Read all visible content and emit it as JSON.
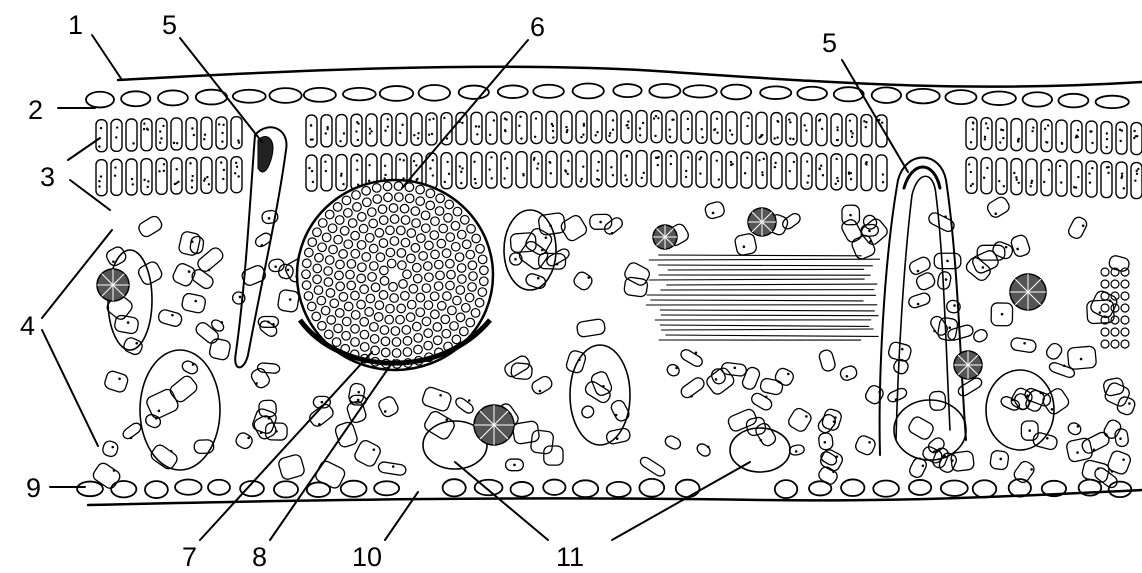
{
  "figure": {
    "labels": [
      {
        "id": "l1",
        "text": "1"
      },
      {
        "id": "l2",
        "text": "2"
      },
      {
        "id": "l3",
        "text": "3"
      },
      {
        "id": "l4",
        "text": "4"
      },
      {
        "id": "l5a",
        "text": "5"
      },
      {
        "id": "l5b",
        "text": "5"
      },
      {
        "id": "l6",
        "text": "6"
      },
      {
        "id": "l7",
        "text": "7"
      },
      {
        "id": "l8",
        "text": "8"
      },
      {
        "id": "l9",
        "text": "9"
      },
      {
        "id": "l10",
        "text": "10"
      },
      {
        "id": "l11",
        "text": "11"
      }
    ],
    "line_color": "#000000",
    "background": "#ffffff"
  }
}
